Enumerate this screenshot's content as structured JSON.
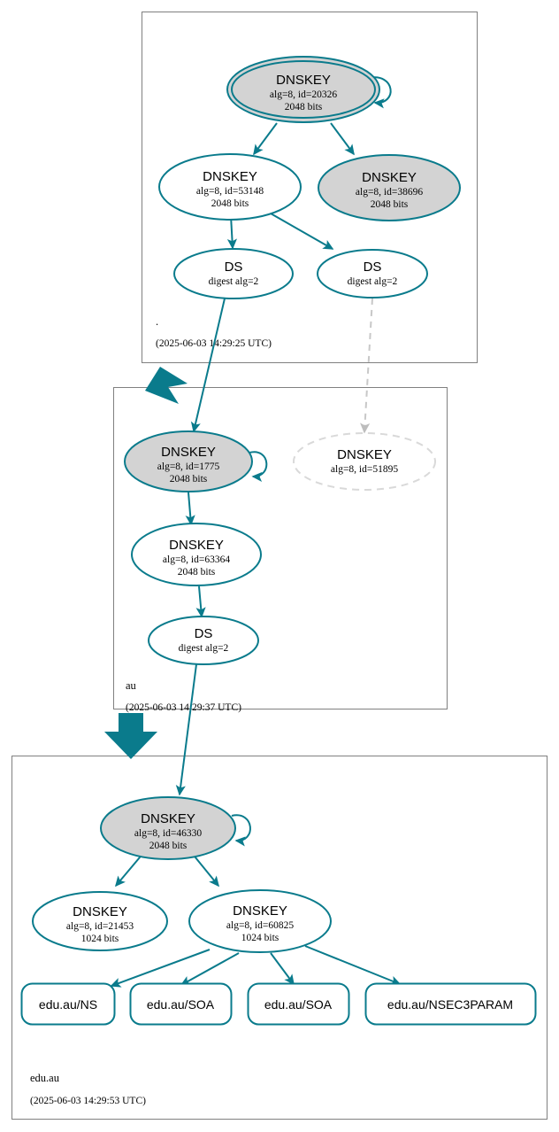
{
  "theme": {
    "teal": "#0a7b8c",
    "cluster_border": "#808080",
    "ksk_fill": "#d3d3d3",
    "zsk_fill": "#ffffff",
    "nonexistent_stroke": "#d9d9d9",
    "ds_link_gray": "#c8c8c8",
    "background": "#ffffff",
    "text": "#000000"
  },
  "diagram": {
    "type": "dnssec-authentication-chain",
    "zone_count": 3
  },
  "zones": [
    {
      "id": "root",
      "label": ".",
      "timestamp": "(2025-06-03 14:29:25 UTC)",
      "nodes": [
        {
          "id": "root-ksk-20326",
          "kind": "DNSKEY",
          "title": "DNSKEY",
          "line2": "alg=8, id=20326",
          "line3": "2048 bits",
          "sep": true,
          "fill": "ksk",
          "self_signed": true
        },
        {
          "id": "root-zsk-53148",
          "kind": "DNSKEY",
          "title": "DNSKEY",
          "line2": "alg=8, id=53148",
          "line3": "2048 bits",
          "sep": false,
          "fill": "zsk",
          "self_signed": false
        },
        {
          "id": "root-ksk-38696",
          "kind": "DNSKEY",
          "title": "DNSKEY",
          "line2": "alg=8, id=38696",
          "line3": "2048 bits",
          "sep": false,
          "fill": "ksk",
          "self_signed": false
        },
        {
          "id": "root-ds-left",
          "kind": "DS",
          "title": "DS",
          "line2": "digest alg=2",
          "line3": "",
          "sep": false,
          "fill": "zsk",
          "self_signed": false
        },
        {
          "id": "root-ds-right",
          "kind": "DS",
          "title": "DS",
          "line2": "digest alg=2",
          "line3": "",
          "sep": false,
          "fill": "zsk",
          "self_signed": false
        }
      ]
    },
    {
      "id": "au",
      "label": "au",
      "timestamp": "(2025-06-03 14:29:37 UTC)",
      "nodes": [
        {
          "id": "au-ksk-1775",
          "kind": "DNSKEY",
          "title": "DNSKEY",
          "line2": "alg=8, id=1775",
          "line3": "2048 bits",
          "sep": false,
          "fill": "ksk",
          "self_signed": true
        },
        {
          "id": "au-nonexistent-51895",
          "kind": "DNSKEY",
          "title": "DNSKEY",
          "line2": "alg=8, id=51895",
          "line3": "",
          "sep": false,
          "fill": "none",
          "style": "dashed-gray",
          "self_signed": false
        },
        {
          "id": "au-zsk-63364",
          "kind": "DNSKEY",
          "title": "DNSKEY",
          "line2": "alg=8, id=63364",
          "line3": "2048 bits",
          "sep": false,
          "fill": "zsk",
          "self_signed": false
        },
        {
          "id": "au-ds",
          "kind": "DS",
          "title": "DS",
          "line2": "digest alg=2",
          "line3": "",
          "sep": false,
          "fill": "zsk",
          "self_signed": false
        }
      ]
    },
    {
      "id": "edu-au",
      "label": "edu.au",
      "timestamp": "(2025-06-03 14:29:53 UTC)",
      "nodes": [
        {
          "id": "eduau-ksk-46330",
          "kind": "DNSKEY",
          "title": "DNSKEY",
          "line2": "alg=8, id=46330",
          "line3": "2048 bits",
          "sep": false,
          "fill": "ksk",
          "self_signed": true
        },
        {
          "id": "eduau-zsk-21453",
          "kind": "DNSKEY",
          "title": "DNSKEY",
          "line2": "alg=8, id=21453",
          "line3": "1024 bits",
          "sep": false,
          "fill": "zsk",
          "self_signed": false
        },
        {
          "id": "eduau-zsk-60825",
          "kind": "DNSKEY",
          "title": "DNSKEY",
          "line2": "alg=8, id=60825",
          "line3": "1024 bits",
          "sep": false,
          "fill": "zsk",
          "self_signed": false
        }
      ],
      "rrsets": [
        {
          "id": "rrset-ns",
          "label": "edu.au/NS"
        },
        {
          "id": "rrset-soa-1",
          "label": "edu.au/SOA"
        },
        {
          "id": "rrset-soa-2",
          "label": "edu.au/SOA"
        },
        {
          "id": "rrset-nsec3param",
          "label": "edu.au/NSEC3PARAM"
        }
      ]
    }
  ]
}
